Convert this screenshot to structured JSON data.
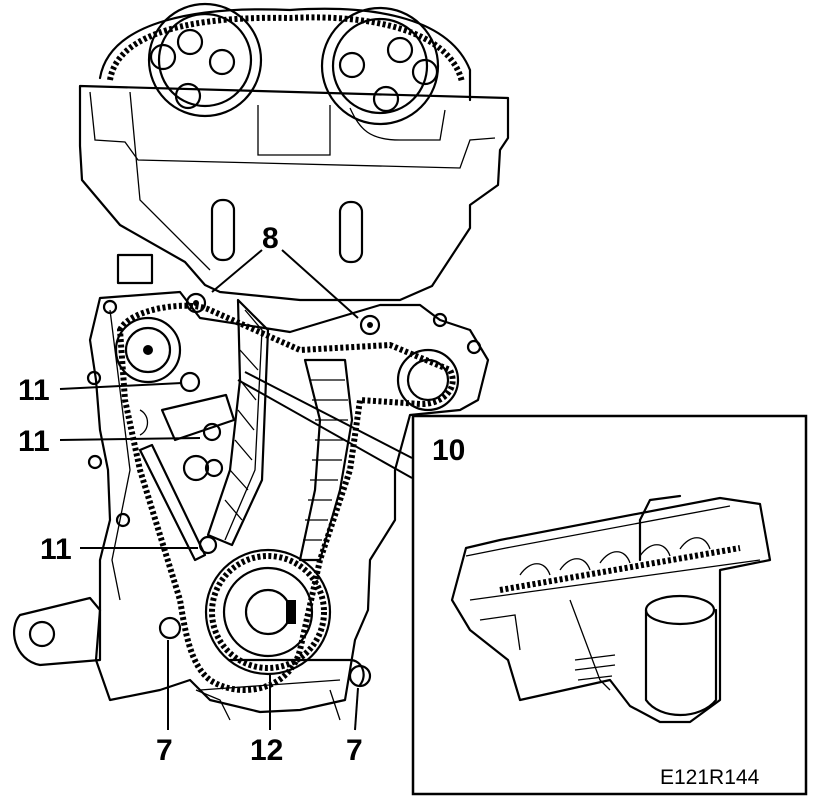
{
  "callouts": {
    "l8": "8",
    "l11a": "11",
    "l11b": "11",
    "l11c": "11",
    "l7a": "7",
    "l12": "12",
    "l7b": "7",
    "l10": "10"
  },
  "figure_code": "E121R144",
  "colors": {
    "ink": "#000000",
    "paper": "#ffffff"
  }
}
